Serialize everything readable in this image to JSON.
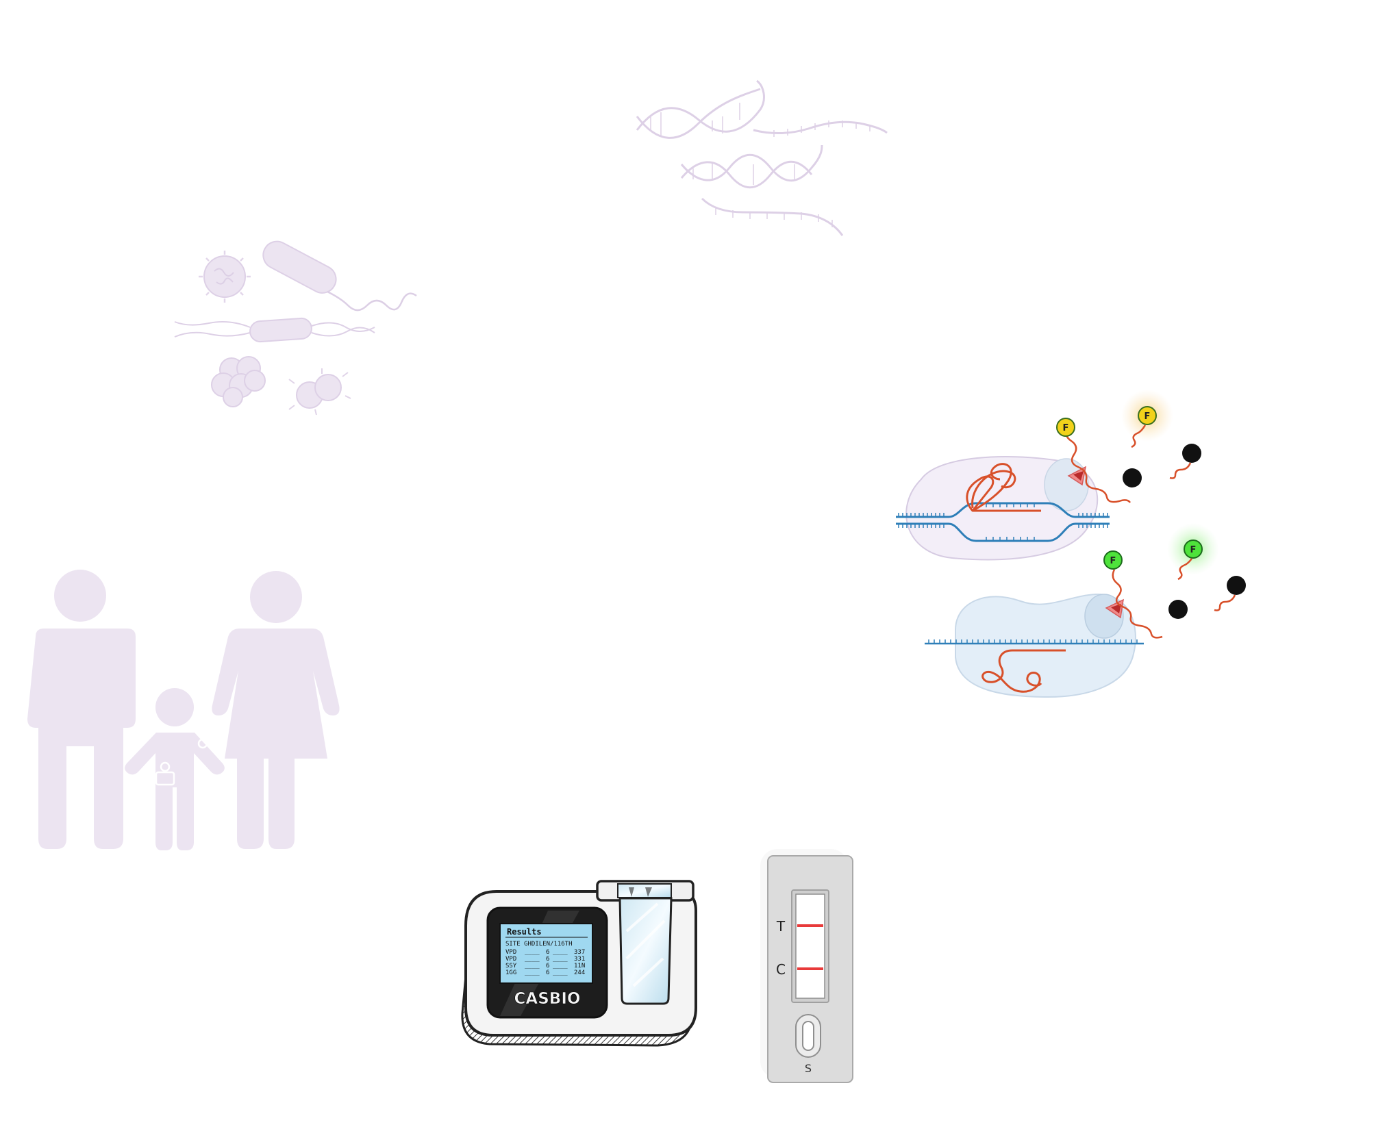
{
  "colors": {
    "faded": "#ece4f1",
    "faded_stroke": "#d9cbe3",
    "crispr": "#d8502a",
    "dna": "#2e7fb8",
    "cas_fill": "#f3eef8",
    "cas_fill2": "#e3eef8",
    "reporter_yellow": "#f2d21b",
    "reporter_green": "#4ee33b",
    "quencher": "#111111",
    "lcd": "#9fd8f0",
    "device_body": "#f4f4f4",
    "strip_line": "#e83a3a"
  },
  "icons": [
    "family-silhouette-icon",
    "pathogen-cluster-icon",
    "nucleic-acid-icon",
    "cas12-complex-icon",
    "cas13-complex-icon",
    "fluorophore-reporter-icon",
    "quencher-icon",
    "fluorescence-reader-icon",
    "lateral-flow-strip-icon"
  ],
  "reporter": {
    "fluorophore_label": "F"
  },
  "reader": {
    "brand": "CASBIO",
    "screen_title": "Results",
    "screen_header": "SITE  GHDILEN/116TH",
    "rows": [
      {
        "name": "VPD",
        "dashes": "____",
        "count": "6",
        "dashes2": "____",
        "value": "337"
      },
      {
        "name": "VPD",
        "dashes": "____",
        "count": "6",
        "dashes2": "____",
        "value": "331"
      },
      {
        "name": "SSY",
        "dashes": "____",
        "count": "6",
        "dashes2": "____",
        "value": "11N"
      },
      {
        "name": "1GG",
        "dashes": "____",
        "count": "6",
        "dashes2": "____",
        "value": "244"
      }
    ]
  },
  "strip": {
    "test_label": "T",
    "control_label": "C",
    "sample_label": "S"
  }
}
